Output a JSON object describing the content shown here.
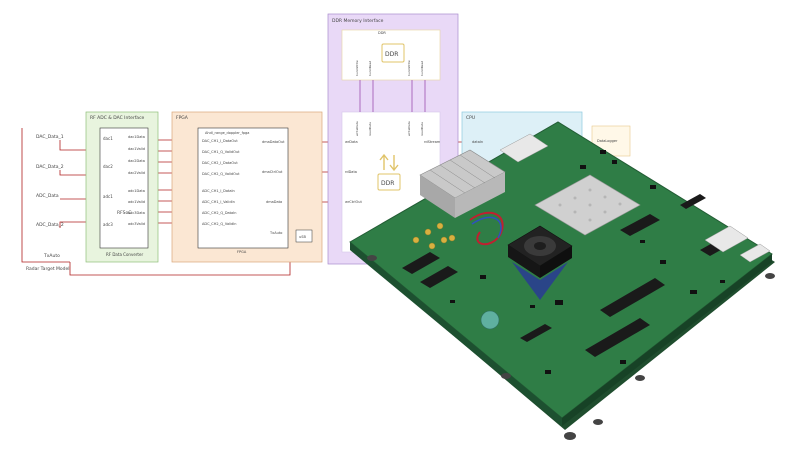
{
  "blocks": {
    "rf": {
      "title": "RF ADC & DAC Interface",
      "chip": "RFSoC",
      "footer": "RF Data Converter",
      "ports": [
        "dac1",
        "dac2",
        "adc1",
        "adc3"
      ],
      "outs": [
        "dac1Data",
        "dac1Valid",
        "dac2Data",
        "dac2Valid",
        "adc1Data",
        "adc1Valid",
        "adc3Data",
        "adc3Valid"
      ]
    },
    "fpga": {
      "title": "FPGA",
      "inner_title": "Ahdl_range_doppler_fpga",
      "footer": "FPGA",
      "left": [
        "DAC_CH1_I_DataOut",
        "DAC_CH1_Q_ValidOut",
        "DAC_CH2_I_DataOut",
        "DAC_CH2_Q_ValidOut",
        "ADC_CH1_I_DataIn",
        "ADC_CH1_I_ValidIn",
        "ADC_CH2_Q_DataIn",
        "ADC_CH2_Q_ValidIn"
      ],
      "right": [
        "dmaDataOut",
        "dmaCtrlOut",
        "dmaData"
      ],
      "aux": "TxAuto",
      "aux_box": "uSB"
    },
    "ddr": {
      "title": "DDR Memory Interface",
      "mem_label": "DDR",
      "chip_label": "DDR",
      "top_labels": [
        "burstWrite",
        "burstRead",
        "burstWrite",
        "burstRead"
      ],
      "mid_labels": [
        "writeData",
        "readData",
        "writeData",
        "readData"
      ],
      "left": [
        "wrData",
        "rdData",
        "wrCtrlOut"
      ]
    },
    "cpu": {
      "title": "CPU",
      "ports": [
        "rdStream",
        "dataIn"
      ],
      "extra": "DataLogger"
    }
  },
  "signals": [
    "DAC_Data_1",
    "DAC_Data_2",
    "ADC_Data",
    "ADC_Data_2",
    "TxAuto"
  ],
  "bottom_label": "Radar Target Model",
  "colors": {
    "rf": "#e8f4de",
    "fpga": "#fbe7d3",
    "ddr": "#e9d9f7",
    "cpu": "#ddf0f7",
    "wire": "#b02020",
    "board": "#2f7d46"
  }
}
